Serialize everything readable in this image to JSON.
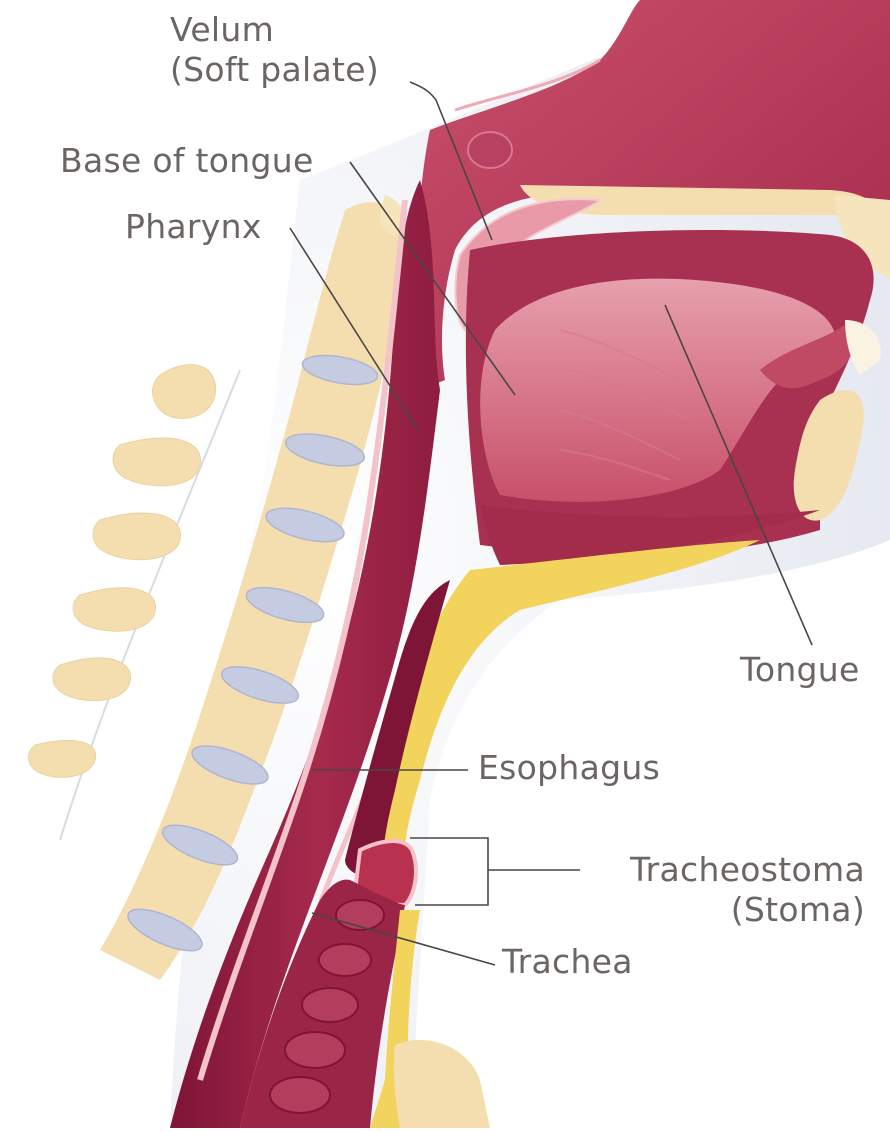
{
  "diagram": {
    "colors": {
      "label": "#6b6664",
      "leader": "#4a4644",
      "tissue_dark": "#8e1d40",
      "tissue_mid": "#b8324f",
      "tissue_light": "#d96a82",
      "mucosa_pink": "#f4c2c9",
      "bone": "#f4deb0",
      "disc": "#c5cbe0",
      "fat": "#f2d35c",
      "skin": "#eef0f5"
    },
    "labels": {
      "velum_1": "Velum",
      "velum_2": "(Soft palate)",
      "base_of_tongue": "Base of tongue",
      "pharynx": "Pharynx",
      "tongue": "Tongue",
      "esophagus": "Esophagus",
      "tracheostoma_1": "Tracheostoma",
      "tracheostoma_2": "(Stoma)",
      "trachea": "Trachea"
    }
  }
}
